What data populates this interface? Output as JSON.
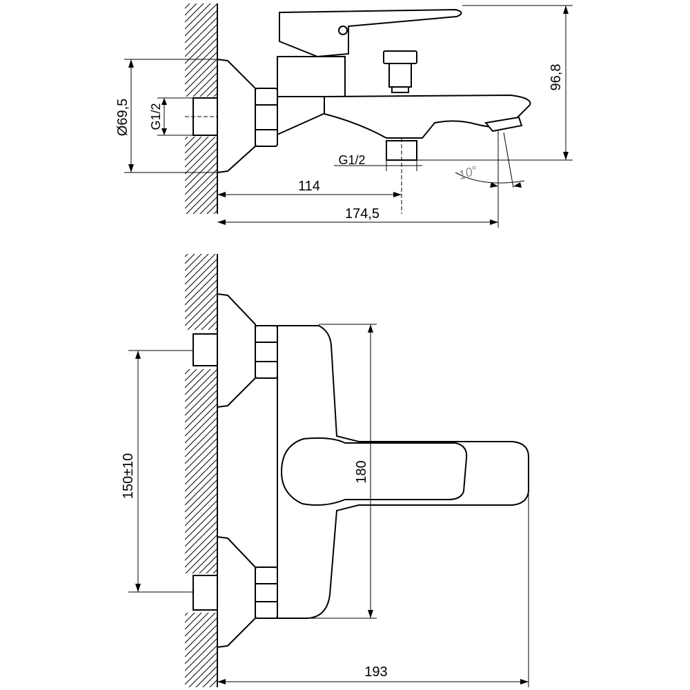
{
  "side_view": {
    "dim_height": "96,8",
    "dim_flange_diameter": "Ø69,5",
    "dim_inlet_thread": "G1/2",
    "dim_outlet_thread": "G1/2",
    "dim_outlet_offset": "114",
    "dim_spout_reach": "174,5",
    "dim_spout_angle": "10°"
  },
  "top_view": {
    "dim_inlet_spacing": "150±10",
    "dim_body_width": "180",
    "dim_total_depth": "193"
  }
}
